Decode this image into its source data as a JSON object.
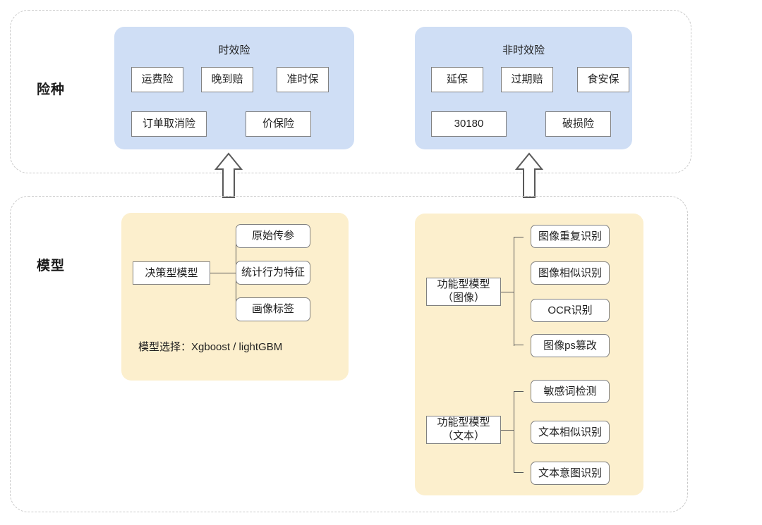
{
  "lanes": [
    {
      "label": "险种"
    },
    {
      "label": "模型"
    }
  ],
  "insurance": {
    "timeliness": {
      "title": "时效险",
      "items": [
        "运费险",
        "晚到赔",
        "准时保",
        "订单取消险",
        "价保险"
      ]
    },
    "non_timeliness": {
      "title": "非时效险",
      "items": [
        "延保",
        "过期赔",
        "食安保",
        "30180",
        "破损险"
      ]
    }
  },
  "models": {
    "decision": {
      "root": "决策型模型",
      "leaves": [
        "原始传参",
        "统计行为特征",
        "画像标签"
      ],
      "note": "模型选择：Xgboost / lightGBM"
    },
    "functional_image": {
      "root_line1": "功能型模型",
      "root_line2": "（图像）",
      "leaves": [
        "图像重复识别",
        "图像相似识别",
        "OCR识别",
        "图像ps篡改"
      ]
    },
    "functional_text": {
      "root_line1": "功能型模型",
      "root_line2": "（文本）",
      "leaves": [
        "敏感词检测",
        "文本相似识别",
        "文本意图识别"
      ]
    }
  },
  "arrows": {
    "left": "up-arrow",
    "right": "up-arrow"
  },
  "colors": {
    "panel_blue": "#cfdef5",
    "panel_yellow": "#fcefcd",
    "box_border": "#808080",
    "lane_border": "#c9c9c9",
    "arrow_stroke": "#5a5a5a",
    "text": "#1f1f1f"
  }
}
